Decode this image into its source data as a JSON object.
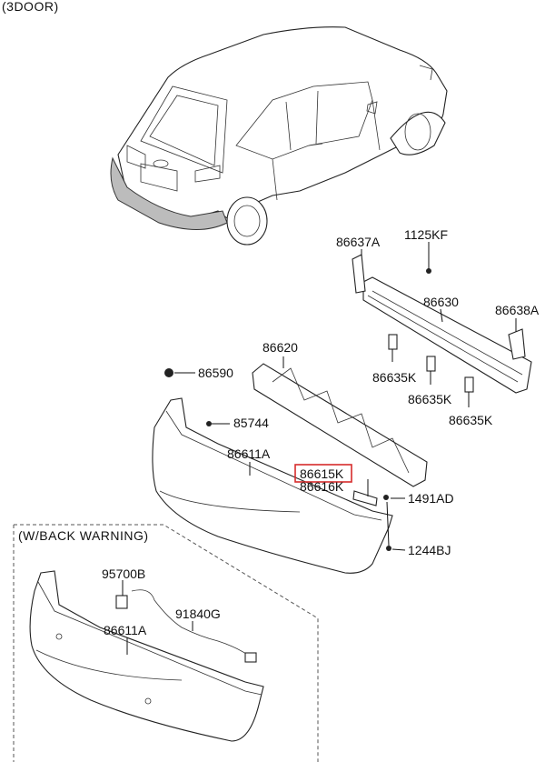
{
  "header": "(3DOOR)",
  "inset": {
    "title": "(W/BACK  WARNING)"
  },
  "highlight": {
    "part": "86615K",
    "color": "#d62b2b"
  },
  "labels": {
    "p86637A": "86637A",
    "p1125KF": "1125KF",
    "p86630": "86630",
    "p86638A": "86638A",
    "p86620": "86620",
    "p86590": "86590",
    "p86635K_1": "86635K",
    "p86635K_2": "86635K",
    "p86635K_3": "86635K",
    "p85744": "85744",
    "p86611A": "86611A",
    "p86615K": "86615K",
    "p86616K": "86616K",
    "p1491AD": "1491AD",
    "p1244BJ": "1244BJ",
    "p95700B": "95700B",
    "p91840G": "91840G",
    "p86611A_inset": "86611A"
  }
}
